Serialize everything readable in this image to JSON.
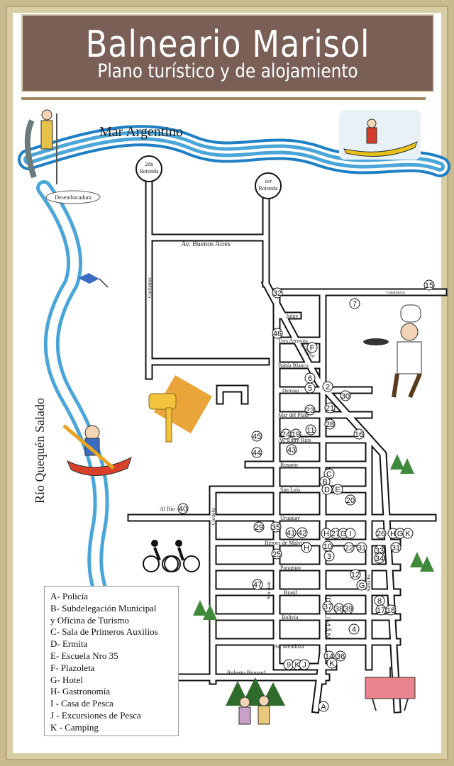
{
  "header": {
    "title": "Balneario Marisol",
    "subtitle": "Plano turístico y de alojamiento"
  },
  "water": {
    "sea": "Mar Argentino",
    "river": "Río Quequén Salado",
    "mouth": "Desembocadura"
  },
  "roundabouts": {
    "second": [
      "2da",
      "Rotonda"
    ],
    "first": [
      "1er",
      "Rotonda"
    ]
  },
  "streets": {
    "buenos_aires": "Av. Buenos Aires",
    "corrientes": "Corrientes",
    "catamarca": "Catamarca",
    "jujuy": "Jujuy",
    "tres_arroyos": "Tres Arroyos",
    "diagonal": "Diagonal",
    "bahia_blanca": "Bahía Blanca",
    "dorrego": "Dorrego",
    "mar_del_plata": "Mar del Plata",
    "entre_rios": "Av. Entre Ríos",
    "rosario": "Rosario",
    "san_luis": "San Luis",
    "al_rio": "Al Río",
    "cordoba": "Córdoba",
    "uruguay": "Uruguay",
    "heroes": "Héroes de Malvinas",
    "paraguay": "Paraguay",
    "san_juan": "San Juan",
    "tucuman": "TUCUMÁN",
    "brasil": "Brasil",
    "santa_fe": "Santa Fe",
    "bolivia": "Bolivia",
    "mendoza": "Av. Mendoza",
    "brunard": "Roberto Brunard"
  },
  "markers": [
    {
      "label": "15"
    },
    {
      "label": "7"
    },
    {
      "label": "32"
    },
    {
      "label": "46"
    },
    {
      "label": "F"
    },
    {
      "label": "6"
    },
    {
      "label": "5"
    },
    {
      "label": "2"
    },
    {
      "label": "30"
    },
    {
      "label": "23"
    },
    {
      "label": "21"
    },
    {
      "label": "24"
    },
    {
      "label": "19"
    },
    {
      "label": "11"
    },
    {
      "label": "28"
    },
    {
      "label": "16"
    },
    {
      "label": "45"
    },
    {
      "label": "43"
    },
    {
      "label": "44"
    },
    {
      "label": "C"
    },
    {
      "label": "B"
    },
    {
      "label": "D"
    },
    {
      "label": "E"
    },
    {
      "label": "20"
    },
    {
      "label": "40"
    },
    {
      "label": "29"
    },
    {
      "label": "35"
    },
    {
      "label": "41"
    },
    {
      "label": "42"
    },
    {
      "label": "H"
    },
    {
      "label": "27"
    },
    {
      "label": "G"
    },
    {
      "label": "I"
    },
    {
      "label": "26"
    },
    {
      "label": "H"
    },
    {
      "label": "G"
    },
    {
      "label": "K"
    },
    {
      "label": "H"
    },
    {
      "label": "10"
    },
    {
      "label": "3"
    },
    {
      "label": "22"
    },
    {
      "label": "31"
    },
    {
      "label": "33"
    },
    {
      "label": "34"
    },
    {
      "label": "31"
    },
    {
      "label": "25"
    },
    {
      "label": "12"
    },
    {
      "label": "G"
    },
    {
      "label": "47"
    },
    {
      "label": "8"
    },
    {
      "label": "37"
    },
    {
      "label": "38"
    },
    {
      "label": "39"
    },
    {
      "label": "17"
    },
    {
      "label": "18"
    },
    {
      "label": "4"
    },
    {
      "label": "14"
    },
    {
      "label": "36"
    },
    {
      "label": "K"
    },
    {
      "label": "9"
    },
    {
      "label": "K"
    },
    {
      "label": "J"
    },
    {
      "label": "A"
    }
  ],
  "legend": [
    "A- Policía",
    "B- Subdelegación Municipal",
    "y Oficina de Turismo",
    "C- Sala de Primeros Auxilios",
    "D- Ermita",
    "E- Escuela Nro 35",
    "F- Plazoleta",
    "G- Hotel",
    "H- Gastronomía",
    "I - Casa de Pesca",
    "J - Excursiones de Pesca",
    "K - Camping"
  ],
  "colors": {
    "header_bg": "#7a5f57",
    "frame": "#d9cda6",
    "river": "#4aa6d8",
    "street_fill": "#ffffff",
    "street_outline": "#111111"
  }
}
